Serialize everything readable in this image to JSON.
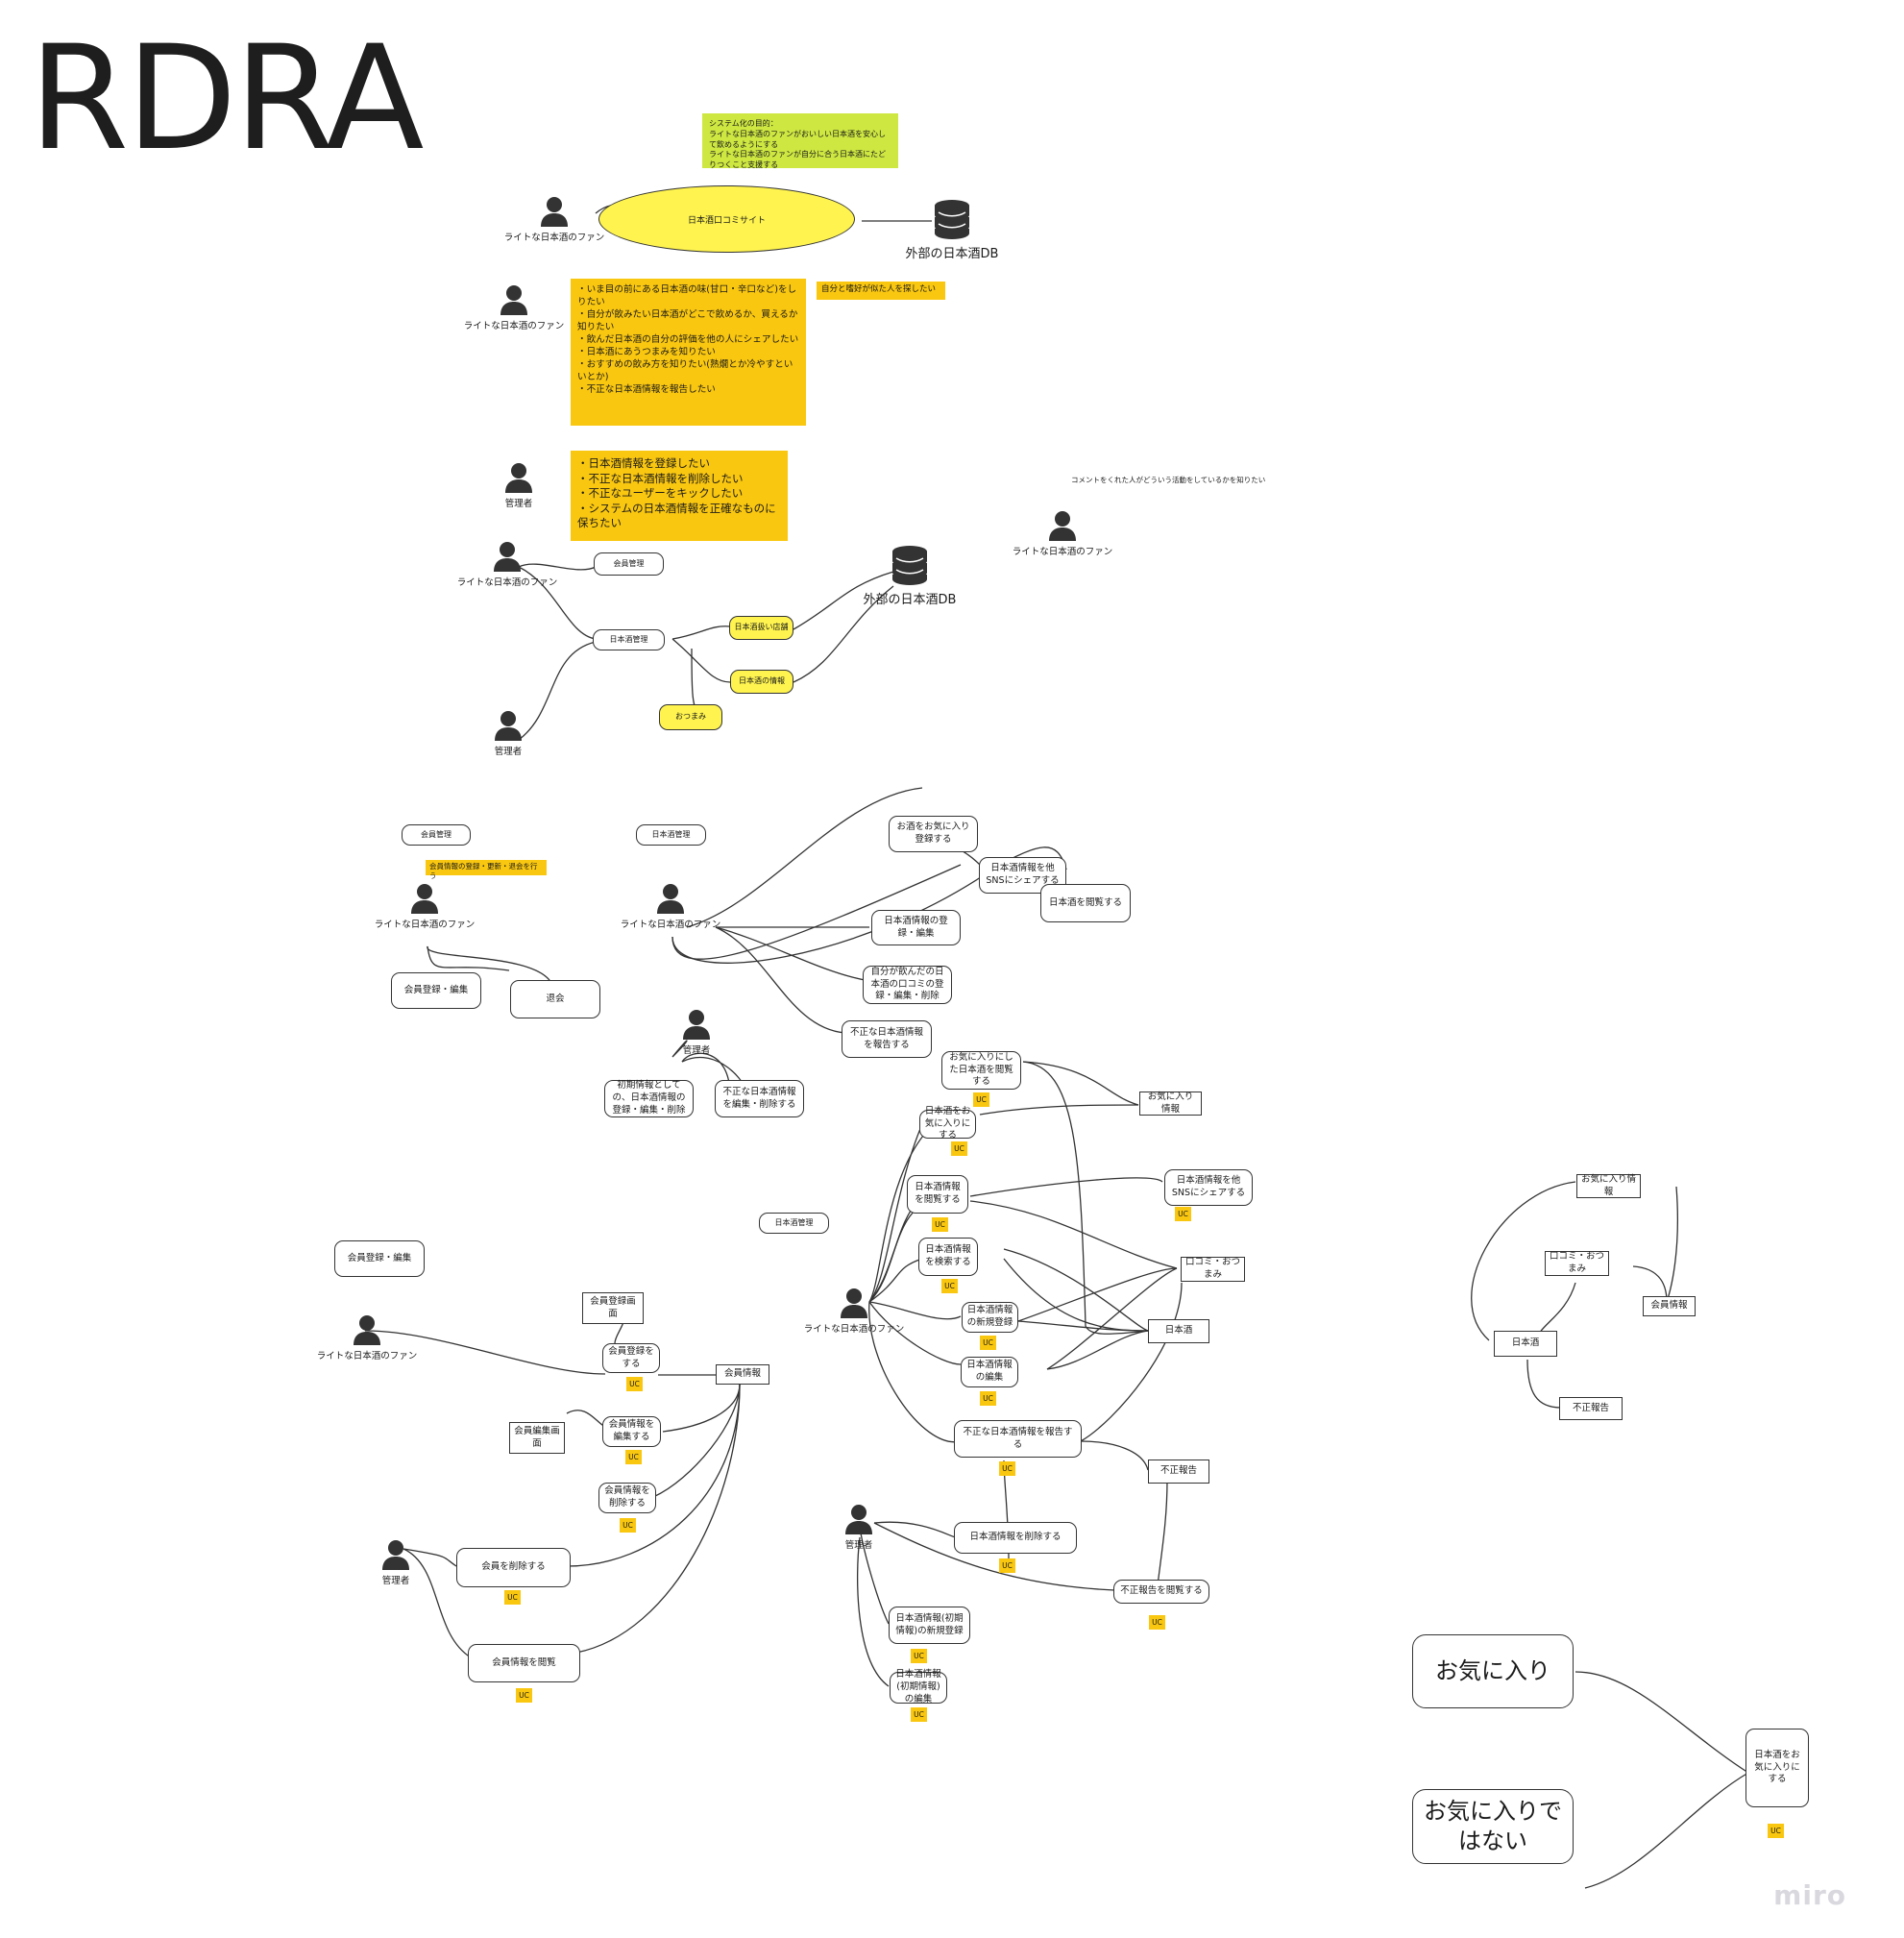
{
  "title": "RDRA",
  "goal_sticky": "システム化の目的：\nライトな日本酒のファンがおいしい日本酒を安心して飲めるようにする\nライトな日本酒のファンが自分に合う日本酒にたどりつくこと支援する",
  "system_ellipse": "日本酒口コミサイト",
  "actors": {
    "fan": "ライトな日本酒のファン",
    "admin": "管理者"
  },
  "external_db": "外部の日本酒DB",
  "fan_wants": "・いま目の前にある日本酒の味(甘口・辛口など)をしりたい\n・自分が飲みたい日本酒がどこで飲めるか、買えるか知りたい\n・飲んだ日本酒の自分の評価を他の人にシェアしたい\n・日本酒にあうつまみを知りたい\n・おすすめの飲み方を知りたい(熟燗とか冷やすといいとか)\n・不正な日本酒情報を報告したい",
  "similar_taste_note": "自分と嗜好が似た人を探したい",
  "admin_wants": "・日本酒情報を登録したい\n・不正な日本酒情報を削除したい\n・不正なユーザーをキックしたい\n・システムの日本酒情報を正確なものに保ちたい",
  "comment_note": "コメントをくれた人がどういう活動をしているかを知りたい",
  "context": {
    "member_mgmt": "会員管理",
    "sake_mgmt": "日本酒管理",
    "shops": "日本酒扱い店舗",
    "sake_info": "日本酒の情報",
    "snacks": "おつまみ"
  },
  "business": {
    "member_mgmt": "会員管理",
    "member_mgmt_note": "会員情報の登録・更新・退会を行う",
    "sake_mgmt": "日本酒管理",
    "member_register_edit": "会員登録・編集",
    "withdraw": "退会",
    "fav_register": "お酒をお気に入り登録する",
    "share_sns": "日本酒情報を他SNSにシェアする",
    "browse": "日本酒を閲覧する",
    "register_edit": "日本酒情報の登録・編集",
    "review": "自分が飲んだの日本酒の口コミの登録・編集・削除",
    "report": "不正な日本酒情報を報告する",
    "initial_info": "初期情報としての、日本酒情報の登録・編集・削除",
    "fraud_edit": "不正な日本酒情報を編集・削除する"
  },
  "usecases": {
    "uc_tag": "UC",
    "member_register_edit": "会員登録・編集",
    "member_register_screen": "会員登録画面",
    "member_register": "会員登録をする",
    "member_info": "会員情報",
    "member_edit_screen": "会員編集画面",
    "member_edit": "会員情報を編集する",
    "member_delete_info": "会員情報を削除する",
    "member_delete": "会員を削除する",
    "member_view": "会員情報を閲覧",
    "sake_mgmt": "日本酒管理",
    "view_favorites": "お気に入りにした日本酒を閲覧する",
    "favorite_info": "お気に入り情報",
    "add_favorite": "日本酒をお気に入りにする",
    "view_sake_info": "日本酒情報を閲覧する",
    "share_sns": "日本酒情報を他SNSにシェアする",
    "search": "日本酒情報を検索する",
    "reviews_snacks": "口コミ・おつまみ",
    "new_register": "日本酒情報の新規登録",
    "sake": "日本酒",
    "edit": "日本酒情報の編集",
    "report": "不正な日本酒情報を報告する",
    "fraud_report": "不正報告",
    "delete": "日本酒情報を削除する",
    "view_report": "不正報告を閲覧する",
    "initial_new": "日本酒情報(初期情報)の新規登録",
    "initial_edit": "日本酒情報(初期情報)の編集"
  },
  "info_model": {
    "favorite_info": "お気に入り情報",
    "reviews_snacks": "口コミ・おつまみ",
    "member_info": "会員情報",
    "sake": "日本酒",
    "fraud_report": "不正報告"
  },
  "state": {
    "favorite": "お気に入り",
    "not_favorite": "お気に入りで\nはない",
    "add_favorite": "日本酒をお気に入りにする"
  },
  "watermark": "miro"
}
